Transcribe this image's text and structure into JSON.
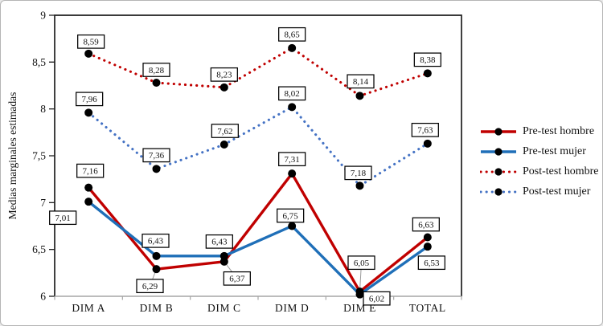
{
  "chart_data": {
    "type": "line",
    "title": "",
    "xlabel": "",
    "ylabel": "Medias marginales estimadas",
    "categories": [
      "DIM A",
      "DIM B",
      "DIM C",
      "DIM D",
      "DIM E",
      "TOTAL"
    ],
    "ylim": [
      6,
      9
    ],
    "grid": false,
    "legend_position": "right",
    "decimal_separator": ",",
    "y_ticks": [
      {
        "v": 9,
        "label": "9"
      },
      {
        "v": 8.5,
        "label": "8,5"
      },
      {
        "v": 8,
        "label": "8"
      },
      {
        "v": 7.5,
        "label": "7,5"
      },
      {
        "v": 7,
        "label": "7"
      },
      {
        "v": 6.5,
        "label": "6,5"
      },
      {
        "v": 6,
        "label": "6"
      }
    ],
    "colors": {
      "frame": "#1f1f1f",
      "baseline": "#a6a6a6",
      "marker": "#000000",
      "label_box_border": "#000000",
      "label_box_fill": "#ffffff",
      "leader_line": "#9b9b9b",
      "pre_red": "#c00000",
      "pre_blue": "#1f6fb8",
      "post_red": "#c00000",
      "post_blue": "#4472c4"
    },
    "series": [
      {
        "name": "Pre-test hombre",
        "color": "#c00000",
        "style": "solid",
        "values": [
          7.16,
          6.29,
          6.37,
          7.31,
          6.05,
          6.63
        ],
        "labels": [
          "7,16",
          "6,29",
          "6,37",
          "7,31",
          "6,05",
          "6,63"
        ],
        "label_offsets": [
          [
            2,
            -21
          ],
          [
            -8,
            21
          ],
          [
            16,
            21
          ],
          [
            0,
            -18
          ],
          [
            2,
            -36
          ],
          [
            -2,
            -16
          ]
        ],
        "leaders": [
          false,
          true,
          true,
          false,
          true,
          false
        ]
      },
      {
        "name": "Pre-test mujer",
        "color": "#1f6fb8",
        "style": "solid",
        "values": [
          7.01,
          6.43,
          6.43,
          6.75,
          6.02,
          6.53
        ],
        "labels": [
          "7,01",
          "6,43",
          "6,43",
          "6,75",
          "6,02",
          "6,53"
        ],
        "label_offsets": [
          [
            -32,
            20
          ],
          [
            -1,
            -19
          ],
          [
            -6,
            -18
          ],
          [
            -2,
            -13
          ],
          [
            21,
            5
          ],
          [
            5,
            20
          ]
        ],
        "leaders": [
          false,
          false,
          false,
          false,
          true,
          false
        ]
      },
      {
        "name": "Post-test hombre",
        "color": "#c00000",
        "style": "dotted",
        "values": [
          8.59,
          8.28,
          8.23,
          8.65,
          8.14,
          8.38
        ],
        "labels": [
          "8,59",
          "8,28",
          "8,23",
          "8,65",
          "8,14",
          "8,38"
        ],
        "label_offsets": [
          [
            3,
            -15
          ],
          [
            0,
            -16
          ],
          [
            0,
            -16
          ],
          [
            0,
            -17
          ],
          [
            1,
            -18
          ],
          [
            0,
            -17
          ]
        ],
        "leaders": [
          false,
          false,
          false,
          false,
          false,
          false
        ]
      },
      {
        "name": "Post-test mujer",
        "color": "#4472c4",
        "style": "dotted",
        "values": [
          7.96,
          7.36,
          7.62,
          8.02,
          7.18,
          7.63
        ],
        "labels": [
          "7,96",
          "7,36",
          "7,62",
          "8,02",
          "7,18",
          "7,63"
        ],
        "label_offsets": [
          [
            1,
            -17
          ],
          [
            0,
            -17
          ],
          [
            1,
            -17
          ],
          [
            0,
            -17
          ],
          [
            -2,
            -16
          ],
          [
            -3,
            -17
          ]
        ],
        "leaders": [
          false,
          false,
          false,
          false,
          false,
          false
        ]
      }
    ]
  }
}
